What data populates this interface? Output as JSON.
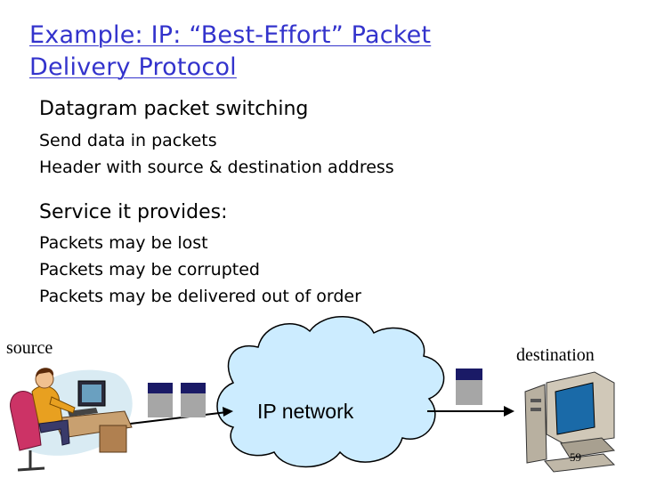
{
  "slide": {
    "title_line1": "Example: IP: “Best-Effort” Packet",
    "title_line2": "Delivery Protocol",
    "section1": {
      "heading": "Datagram packet switching",
      "items": [
        "Send data in packets",
        "Header with source & destination address"
      ]
    },
    "section2": {
      "heading": "Service it provides:",
      "items": [
        "Packets may be lost",
        "Packets may be corrupted",
        "Packets may be delivered out of order"
      ]
    },
    "page_number": "59"
  },
  "diagram": {
    "source_label": "source",
    "destination_label": "destination",
    "network_label": "IP network",
    "colors": {
      "title": "#3333cc",
      "cloud_fill": "#ccecff",
      "packet_header": "#1a1a66",
      "packet_body": "#a6a6a6"
    }
  }
}
